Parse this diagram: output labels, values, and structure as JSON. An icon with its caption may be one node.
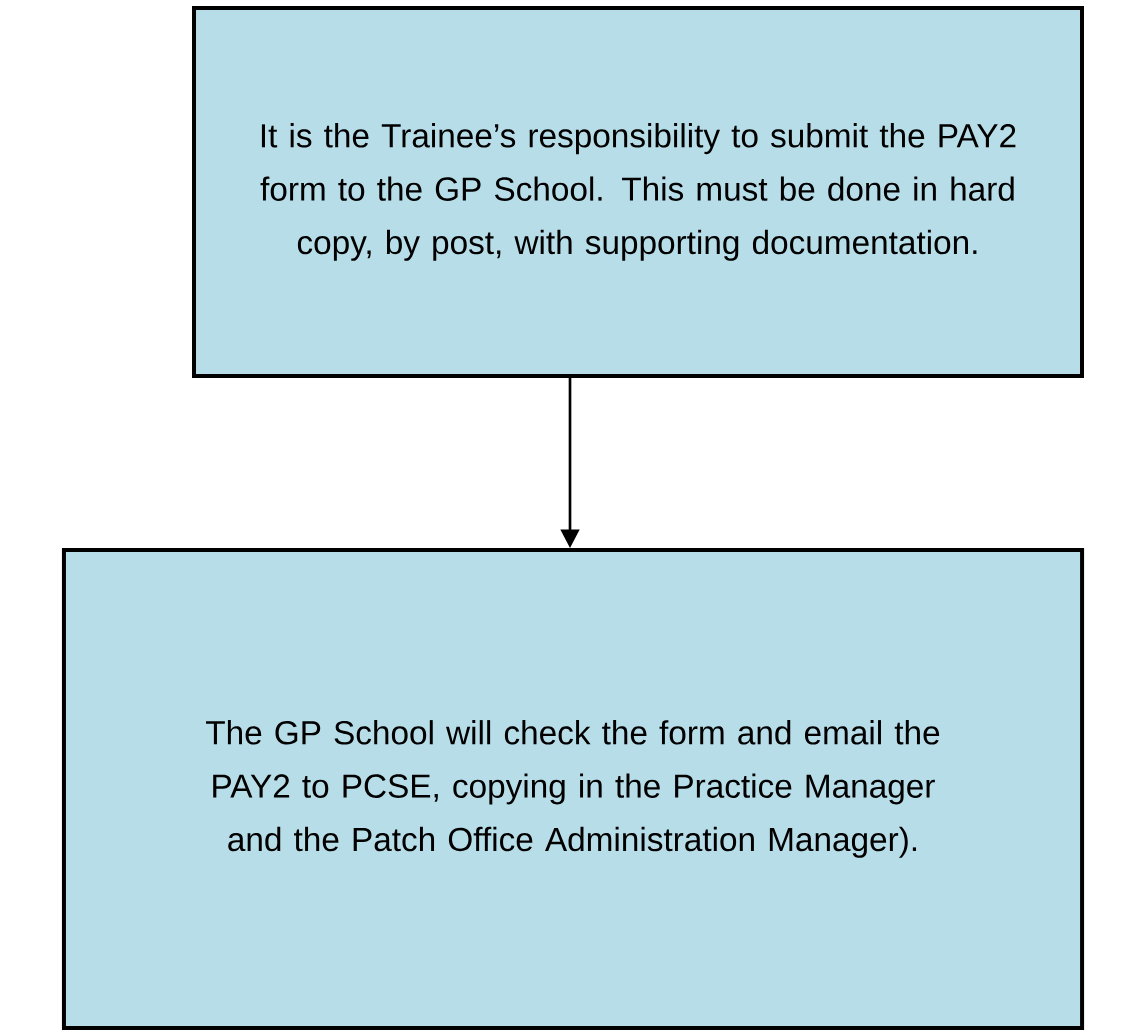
{
  "diagram": {
    "nodes": [
      {
        "text": [
          "It is the Trainee’s responsibility to submit the PAY2 form to the GP School. This must be done in hard copy, by post, with supporting documentation."
        ]
      },
      {
        "text": [
          "The GP School will check the form and email the PAY2 to PCSE, copying in the Practice Manager and the Patch Office Administration Manager)."
        ]
      }
    ],
    "edges": [
      {
        "from": 0,
        "to": 1,
        "arrow": "to"
      }
    ]
  }
}
